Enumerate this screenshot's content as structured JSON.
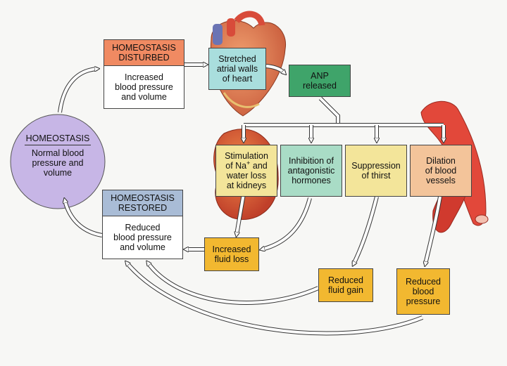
{
  "homeostasis_circle": {
    "title": "HOMEOSTASIS",
    "lines": [
      "Normal blood",
      "pressure and",
      "volume"
    ]
  },
  "disturbed": {
    "title_lines": [
      "HOMEOSTASIS",
      "DISTURBED"
    ],
    "body_lines": [
      "Increased",
      "blood pressure",
      "and volume"
    ]
  },
  "restored": {
    "title_lines": [
      "HOMEOSTASIS",
      "RESTORED"
    ],
    "body_lines": [
      "Reduced",
      "blood pressure",
      "and volume"
    ]
  },
  "stretched": {
    "lines": [
      "Stretched",
      "atrial walls",
      "of heart"
    ]
  },
  "anp": {
    "lines": [
      "ANP",
      "released"
    ]
  },
  "stimulation": {
    "line1_pre": "Stimulation",
    "line2_pre": "of Na",
    "line2_sup": "+",
    "line2_post": " and",
    "line3": "water loss",
    "line4": "at kidneys"
  },
  "inhibition": {
    "lines": [
      "Inhibition of",
      "antagonistic",
      "hormones"
    ]
  },
  "suppression": {
    "lines": [
      "Suppression",
      "of thirst"
    ]
  },
  "dilation": {
    "lines": [
      "Dilation",
      "of blood",
      "vessels"
    ]
  },
  "fluid_loss": {
    "lines": [
      "Increased",
      "fluid loss"
    ]
  },
  "fluid_gain": {
    "lines": [
      "Reduced",
      "fluid gain"
    ]
  },
  "reduced_bp": {
    "lines": [
      "Reduced",
      "blood",
      "pressure"
    ]
  },
  "colors": {
    "disturbed_header": "#f08a62",
    "restored_header": "#a9bcd6",
    "stretched": "#a9dedd",
    "anp": "#3fa46a",
    "stimulation": "#f3e59a",
    "inhibition": "#a9dcc6",
    "suppression": "#f3e59a",
    "dilation": "#f3c49a",
    "result_box": "#f2b830",
    "circle": "#c7b6e6"
  }
}
